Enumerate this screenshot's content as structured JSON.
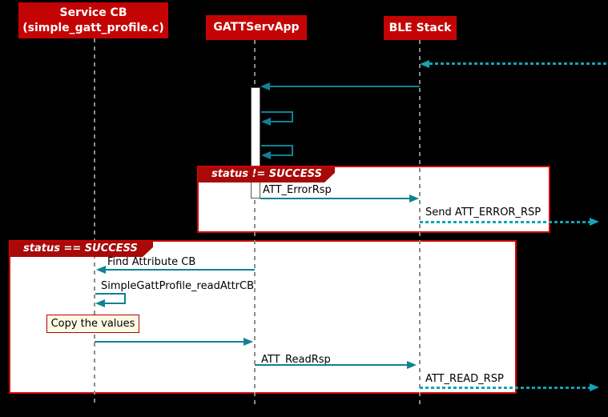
{
  "colors": {
    "background": "#000000",
    "participant_bg": "#c40404",
    "frame_border": "#cf0404",
    "frame_label_bg": "#a90909",
    "frame_bg": "#ffffff",
    "arrow_solid": "#0f8294",
    "arrow_dotted": "#14a3b0",
    "note_bg": "#fdf9e3",
    "note_border": "#b30000",
    "lifeline": "#8b8b8b",
    "text_dark": "#000000",
    "text_light": "#ffffff"
  },
  "participants": [
    {
      "id": "service-cb",
      "line1": "Service CB",
      "line2": "(simple_gatt_profile.c)"
    },
    {
      "id": "gattservapp",
      "label": "GATTServApp"
    },
    {
      "id": "ble-stack",
      "label": "BLE Stack"
    }
  ],
  "fragments": [
    {
      "condition": "status != SUCCESS"
    },
    {
      "condition": "status == SUCCESS"
    }
  ],
  "flow": [
    {
      "from": "external-right",
      "to": "BLE Stack",
      "style": "dotted",
      "label": ""
    },
    {
      "from": "BLE Stack",
      "to": "GATTServApp",
      "style": "solid",
      "label": ""
    },
    {
      "from": "GATTServApp",
      "to": "GATTServApp",
      "style": "solid",
      "label": ""
    },
    {
      "from": "GATTServApp",
      "to": "GATTServApp",
      "style": "solid",
      "label": ""
    },
    {
      "from": "GATTServApp",
      "to": "BLE Stack",
      "style": "solid",
      "label": "ATT_ErrorRsp",
      "fragment": "status != SUCCESS"
    },
    {
      "from": "BLE Stack",
      "to": "external-right",
      "style": "dotted",
      "label": "Send ATT_ERROR_RSP",
      "fragment": "status != SUCCESS"
    },
    {
      "from": "GATTServApp",
      "to": "Service CB",
      "style": "solid",
      "label": "Find Attribute CB",
      "fragment": "status == SUCCESS"
    },
    {
      "from": "Service CB",
      "to": "Service CB",
      "style": "solid",
      "label": "SimpleGattProfile_readAttrCB",
      "fragment": "status == SUCCESS"
    },
    {
      "from": "Service CB",
      "to": "GATTServApp",
      "style": "solid",
      "label": "",
      "fragment": "status == SUCCESS"
    },
    {
      "from": "GATTServApp",
      "to": "BLE Stack",
      "style": "solid",
      "label": "ATT_ReadRsp",
      "fragment": "status == SUCCESS"
    },
    {
      "from": "BLE Stack",
      "to": "external-right",
      "style": "dotted",
      "label": "ATT_READ_RSP",
      "fragment": "status == SUCCESS"
    }
  ],
  "note": {
    "text": "Copy the values"
  }
}
